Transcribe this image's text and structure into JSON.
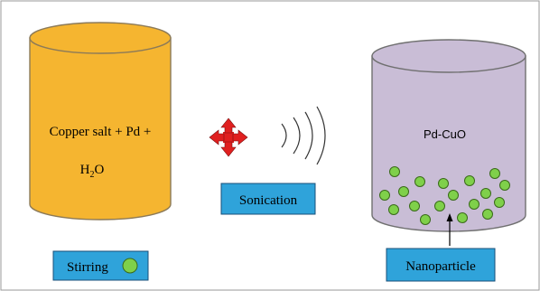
{
  "left_container": {
    "text_line1": "Copper salt + Pd +",
    "text_line2_main": "H",
    "text_line2_sub": "2",
    "text_line2_tail": "O"
  },
  "right_container": {
    "text": "Pd-CuO"
  },
  "labels": {
    "sonication": "Sonication",
    "stirring": "Stirring",
    "nanoparticle": "Nanoparticle"
  },
  "colors": {
    "left_cylinder": "#F5B530",
    "right_cylinder": "#C9BDD6",
    "label_box": "#2FA3DA",
    "particle": "#7FD04A",
    "arrow_icon": "#E02020"
  },
  "icons": {
    "move": "four-way-arrow-icon",
    "sound_waves": "sound-waves-icon",
    "particle": "nanoparticle-dot"
  }
}
